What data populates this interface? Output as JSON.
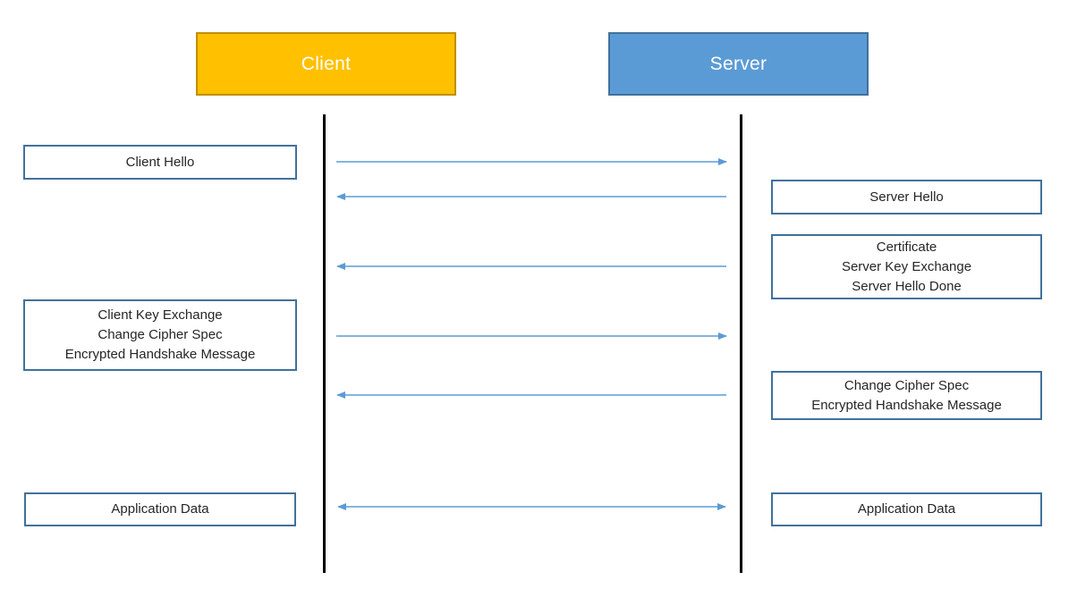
{
  "actors": {
    "client": {
      "label": "Client"
    },
    "server": {
      "label": "Server"
    }
  },
  "messages": [
    {
      "id": "client-hello",
      "from": "client",
      "to": "server",
      "direction": "right",
      "lines": [
        "Client Hello"
      ]
    },
    {
      "id": "server-hello",
      "from": "server",
      "to": "client",
      "direction": "left",
      "lines": [
        "Server Hello"
      ]
    },
    {
      "id": "certificate",
      "from": "server",
      "to": "client",
      "direction": "left",
      "lines": [
        "Certificate",
        "Server Key Exchange",
        "Server Hello Done"
      ]
    },
    {
      "id": "client-key-exchange",
      "from": "client",
      "to": "server",
      "direction": "right",
      "lines": [
        "Client Key Exchange",
        "Change Cipher Spec",
        "Encrypted Handshake Message"
      ]
    },
    {
      "id": "change-cipher-spec",
      "from": "server",
      "to": "client",
      "direction": "left",
      "lines": [
        "Change Cipher Spec",
        "Encrypted Handshake Message"
      ]
    },
    {
      "id": "application-data",
      "from": "client",
      "to": "server",
      "direction": "both",
      "lines": [
        "Application Data"
      ]
    }
  ],
  "colors": {
    "client_fill": "#FFC000",
    "client_border": "#BF9000",
    "server_fill": "#5B9BD5",
    "server_border": "#41719C",
    "message_border": "#41719C",
    "arrow": "#5B9BD5",
    "lifeline": "#000000",
    "text": "#262626",
    "actor_text": "#FFFFFF"
  }
}
